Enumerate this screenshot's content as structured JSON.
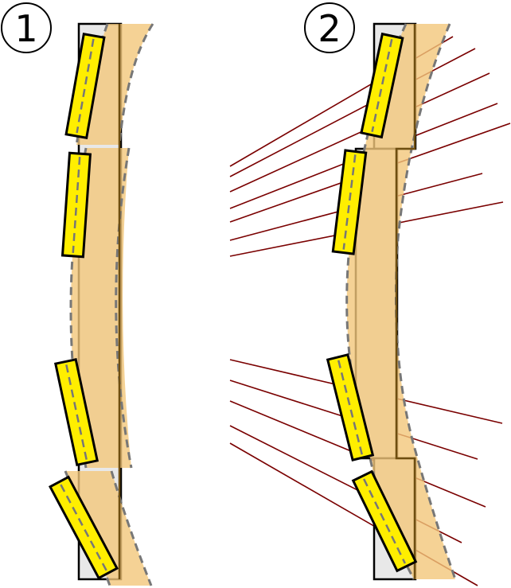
{
  "panels": [
    {
      "id": "panel-1",
      "number_label": "1"
    },
    {
      "id": "panel-2",
      "number_label": "2"
    }
  ],
  "colors": {
    "background": "#ffffff",
    "plate_fill": "#e8e8e8",
    "plate_stroke": "#000000",
    "beam_band": "#f3c77a",
    "beam_band_opacity": "0.8",
    "beam_outline_dashed": "#777777",
    "beam_center_line": "#6e4e10",
    "yellow_block_fill": "#ffee00",
    "yellow_block_stroke": "#000000",
    "ray_color": "#7a0000"
  },
  "icons": {
    "panel_number_badge": "circled-number"
  }
}
